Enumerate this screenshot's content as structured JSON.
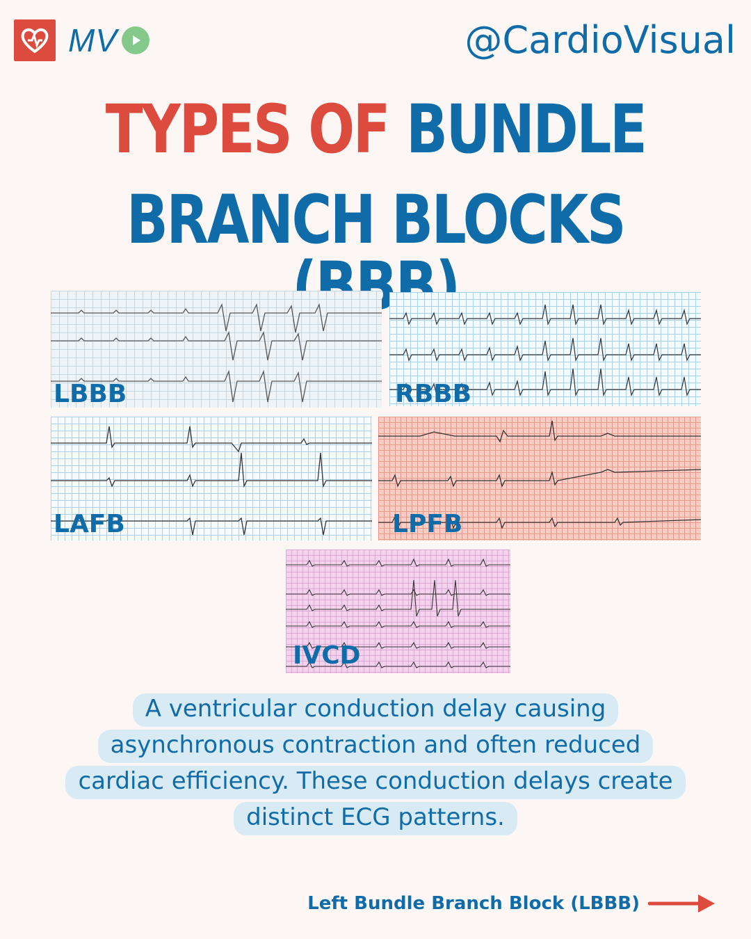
{
  "brand": {
    "logo_text": "MV",
    "handle": "@CardioVisual"
  },
  "title": {
    "line1_red": "TYPES OF",
    "line1_blue": "BUNDLE",
    "line2": "BRANCH BLOCKS (BBB)"
  },
  "ecgs": [
    {
      "label": "LBBB"
    },
    {
      "label": "RBBB"
    },
    {
      "label": "LAFB"
    },
    {
      "label": "LPFB"
    },
    {
      "label": "IVCD"
    }
  ],
  "description": "A ventricular conduction delay causing asynchronous contraction and often reduced cardiac efficiency. These conduction delays create distinct ECG patterns.",
  "next": {
    "label": "Left Bundle Branch Block (LBBB)"
  },
  "colors": {
    "red": "#dd4b3e",
    "blue": "#0f6ca8",
    "highlight": "#d8ebf5",
    "background": "#fcf7f5"
  }
}
